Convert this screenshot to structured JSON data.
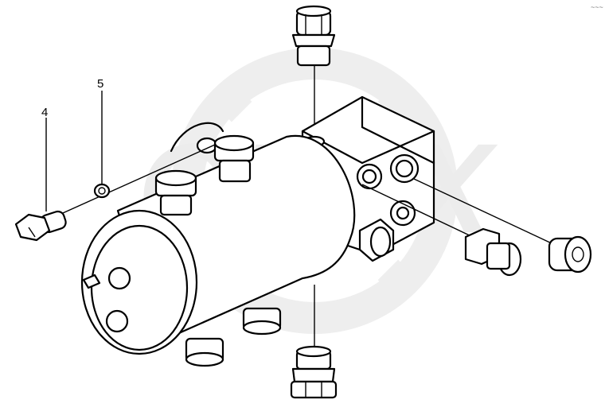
{
  "watermark": {
    "text": "OPEX"
  },
  "callouts": [
    {
      "id": "4",
      "label": "4"
    },
    {
      "id": "5",
      "label": "5"
    }
  ],
  "corner_mark": "~~~"
}
